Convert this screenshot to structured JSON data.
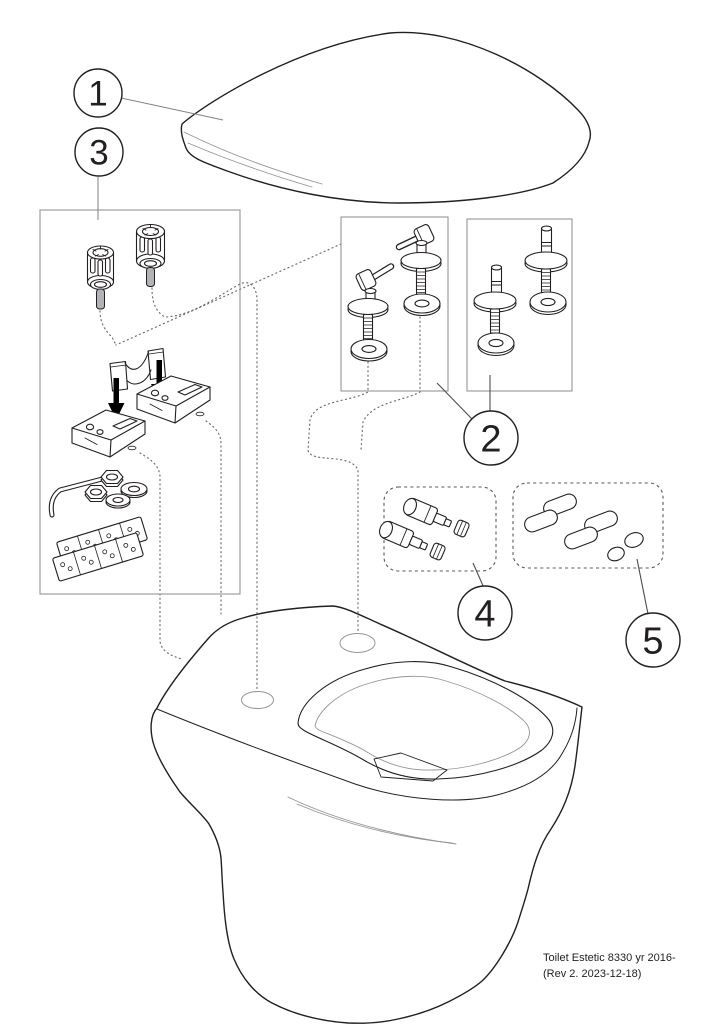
{
  "colors": {
    "line": "#231f20",
    "thin_line": "#939598",
    "leader": "#808285",
    "leader_dark": "#4d4d4f",
    "dotted": "#6d6e71",
    "metal_fill": "#b1b3b6",
    "box_border": "#8a8c8e",
    "dashed_box": "#58595b",
    "text": "#231f20",
    "background": "#ffffff"
  },
  "callouts": {
    "one": "1",
    "two": "2",
    "three": "3",
    "four": "4",
    "five": "5"
  },
  "footer": {
    "line1": "Toilet Estetic 8330 yr 2016-",
    "line2": "(Rev 2. 2023-12-18)"
  }
}
